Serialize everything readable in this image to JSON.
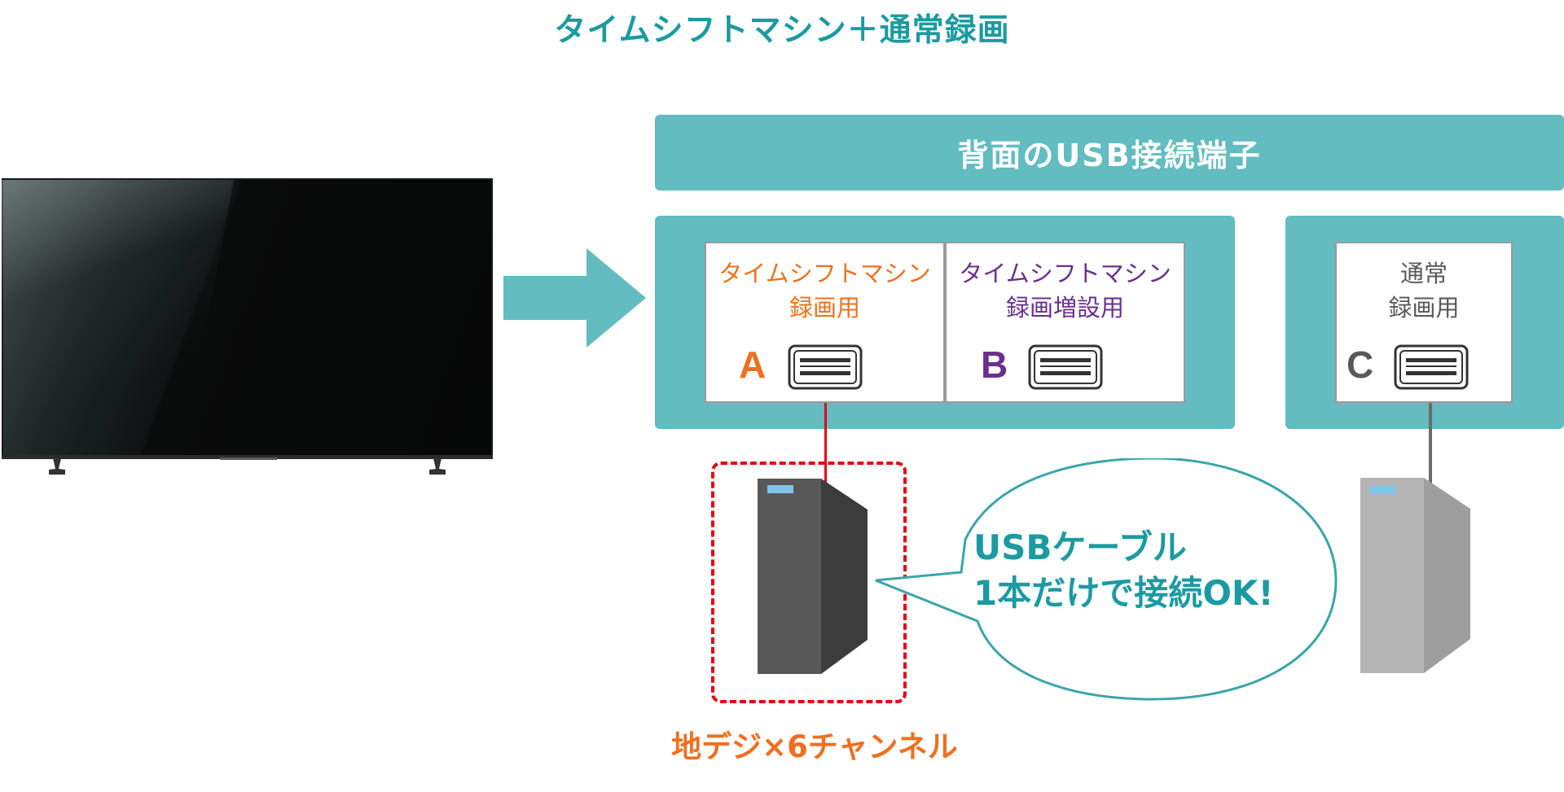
{
  "title": "タイムシフトマシン＋通常録画",
  "usb_header": "背面のUSB接続端子",
  "ports": {
    "a": {
      "line1": "タイムシフトマシン",
      "line2": "録画用",
      "letter": "A"
    },
    "b": {
      "line1": "タイムシフトマシン",
      "line2": "録画増設用",
      "letter": "B"
    },
    "c": {
      "line1": "通常",
      "line2": "録画用",
      "letter": "C"
    }
  },
  "bubble": {
    "line1": "USBケーブル",
    "line2": "1本だけで接続OK!"
  },
  "caption": "地デジ×6チャンネル",
  "colors": {
    "teal": "#62bcc0",
    "title_teal": "#1c9aa1",
    "orange": "#ee7020",
    "purple": "#6a2f8e",
    "red": "#e60012",
    "gray": "#595959"
  },
  "icons": [
    "tv-icon",
    "arrow-right-icon",
    "usb-port-icon",
    "hdd-icon",
    "speech-bubble-icon"
  ]
}
